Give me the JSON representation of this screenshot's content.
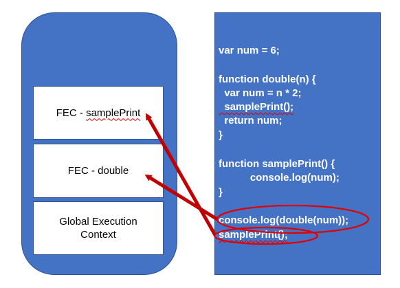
{
  "call_stack": {
    "frames": [
      {
        "prefix": "FEC - ",
        "name": "samplePrint"
      },
      {
        "prefix": "FEC - ",
        "name": "double"
      },
      {
        "line1": "Global Execution",
        "line2": "Context"
      }
    ]
  },
  "code": {
    "lines": [
      "var num = 6;",
      "function double(n) {",
      "  var num = n * 2;",
      "  samplePrint();",
      "  return num;",
      "}",
      "function samplePrint() {",
      "           console.log(num);",
      "}",
      "console.log(double(num));",
      "samplePrint();"
    ]
  },
  "colors": {
    "panel_blue": "#4472c4",
    "panel_border": "#2f528f",
    "arrow_red": "#c00000",
    "ellipse_red": "#e00000"
  }
}
